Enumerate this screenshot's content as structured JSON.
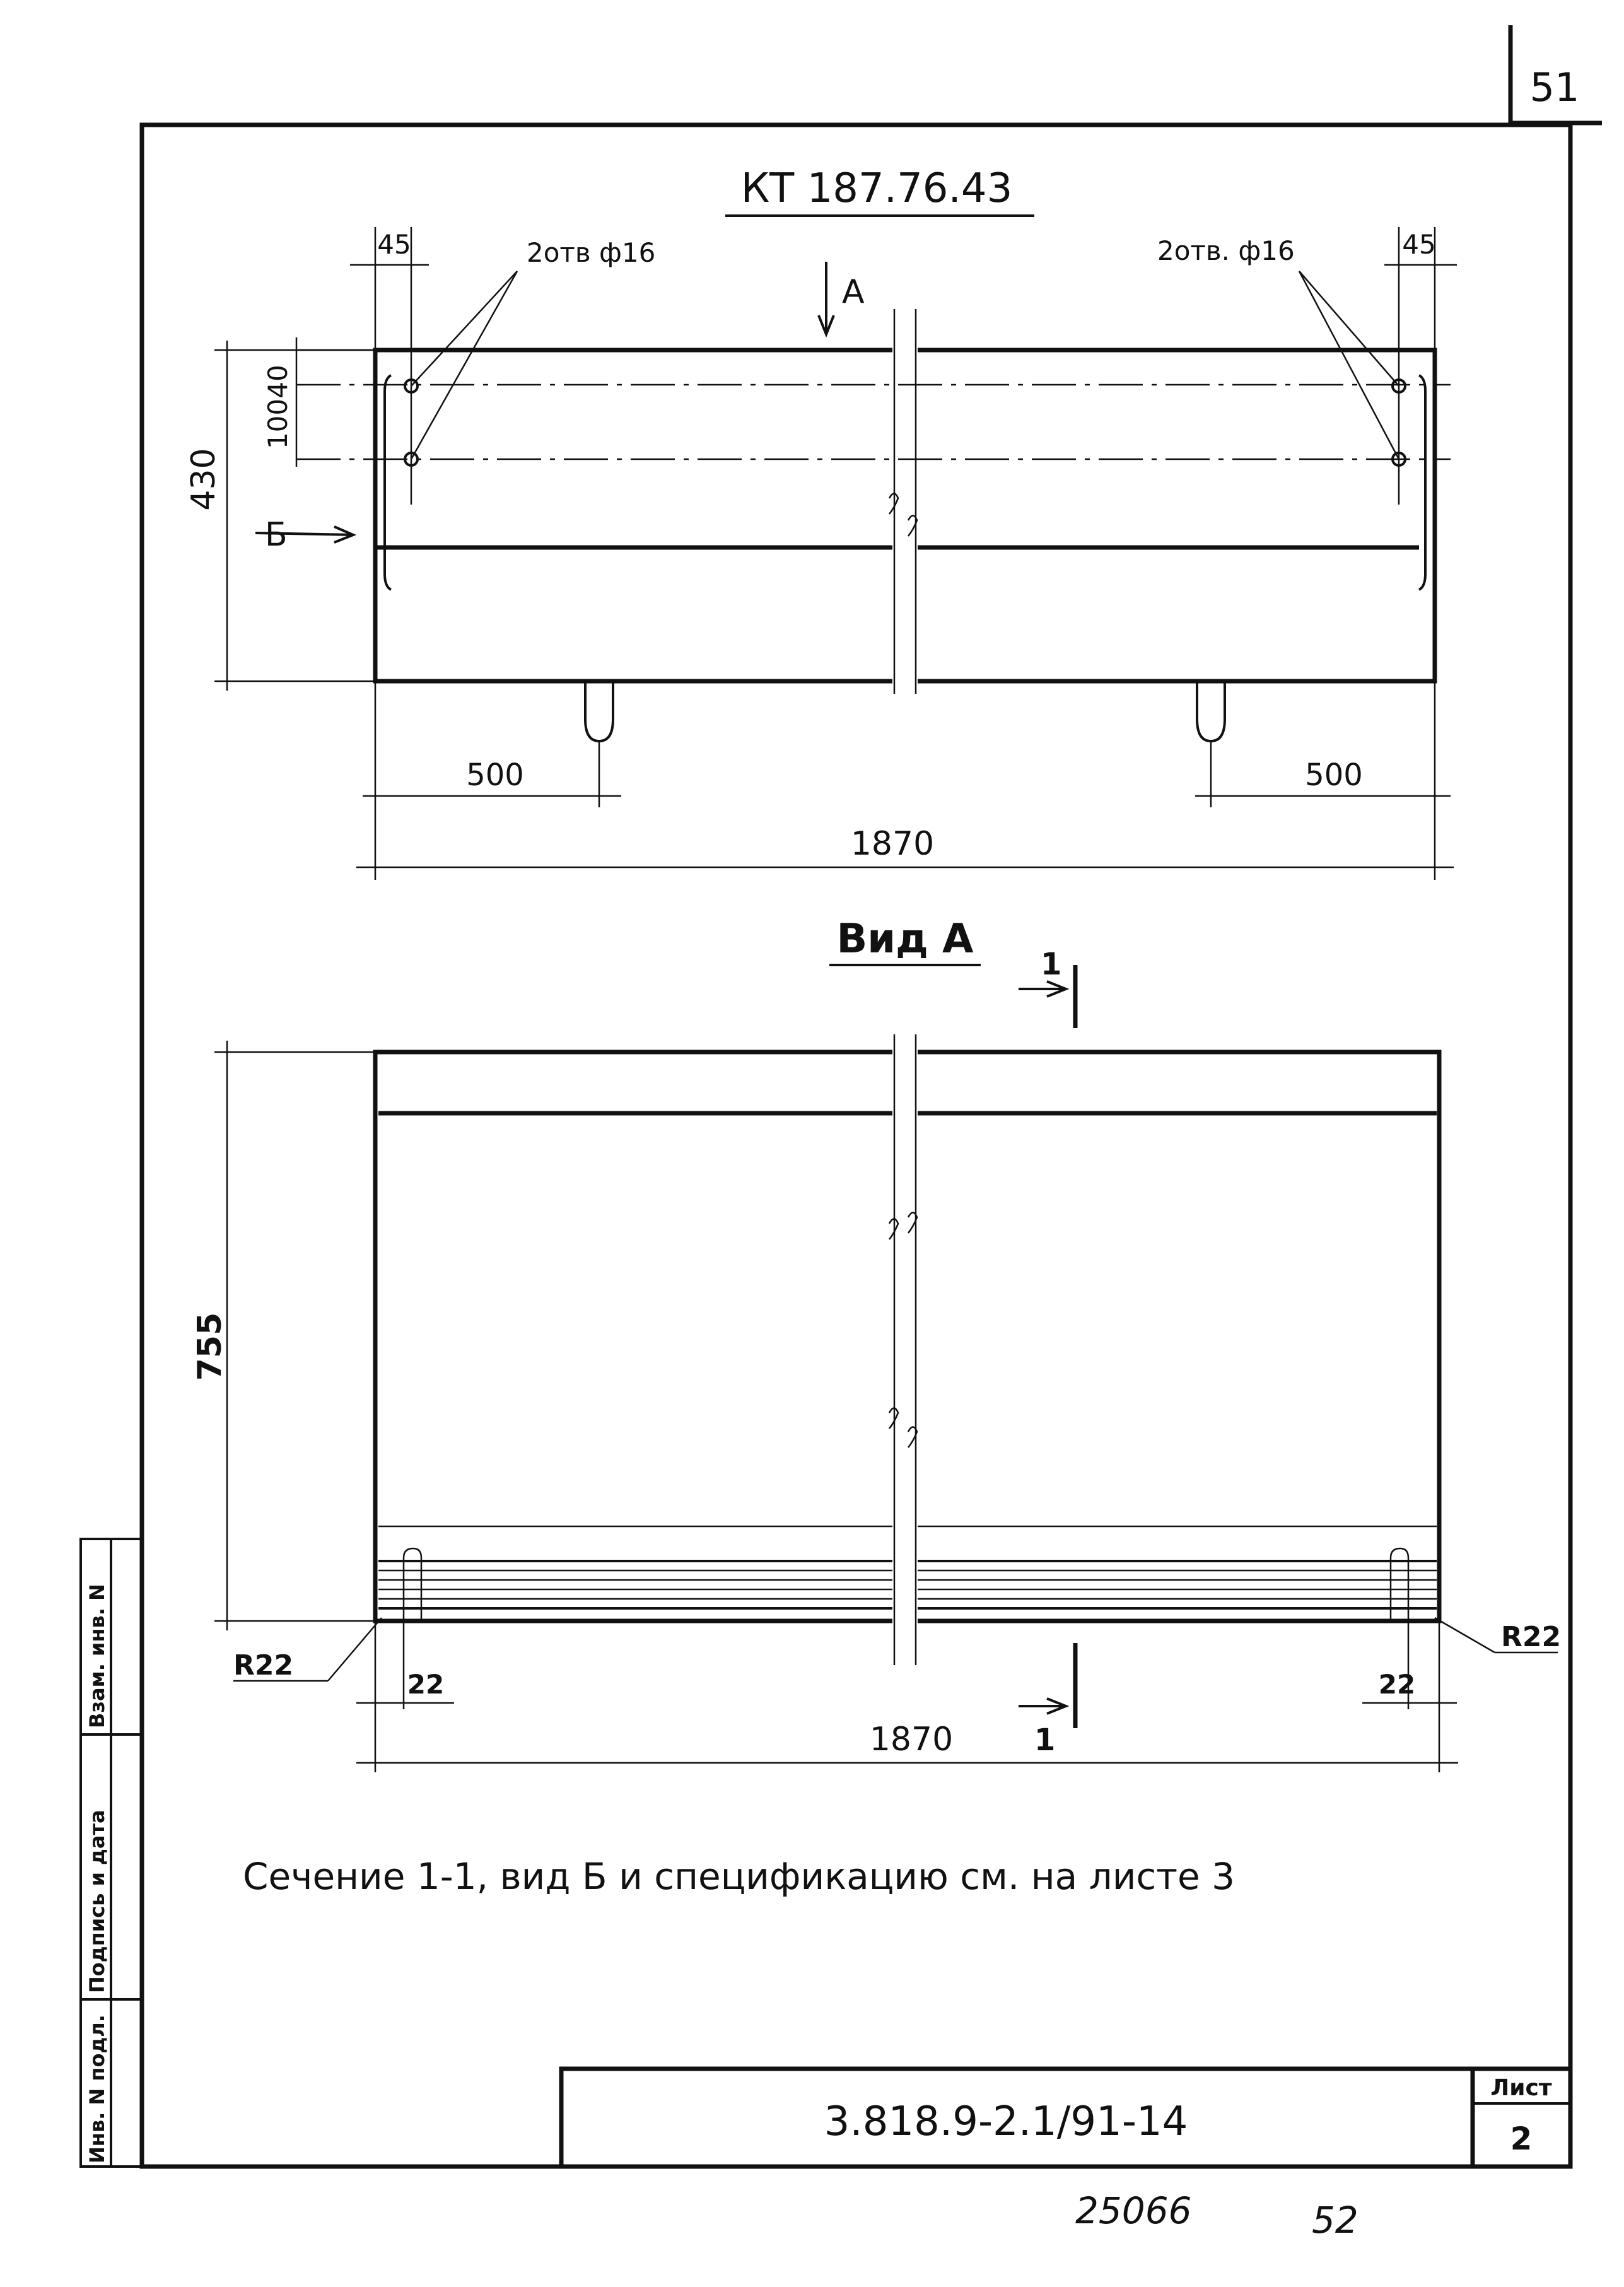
{
  "sheet": {
    "page_number": "51",
    "document_code": "3.818.9-2.1/91-14",
    "sheet_label": "Лист",
    "sheet_number": "2",
    "footer_numbers": [
      "25066",
      "52"
    ]
  },
  "side_stamp": {
    "col1": "Инв. N подл.",
    "col2": "Подпись и дата",
    "col3": "Взам. инв. N"
  },
  "top_view": {
    "title": "КТ 187.76.43",
    "view_arrow_label": "А",
    "side_arrow_label": "Б",
    "hole_note_left": "2отв ф16",
    "hole_note_right": "2отв. ф16",
    "dim_edge_left": "45",
    "dim_edge_right": "45",
    "dim_40": "40",
    "dim_100": "100",
    "dim_height": "430",
    "dim_500_left": "500",
    "dim_500_right": "500",
    "dim_length": "1870"
  },
  "view_a": {
    "title": "Вид А",
    "section_label_top": "1",
    "section_label_bottom": "1",
    "dim_height": "755",
    "radius_left": "R22",
    "radius_right": "R22",
    "dim_22_left": "22",
    "dim_22_right": "22",
    "dim_length": "1870"
  },
  "note": "Сечение 1-1, вид Б и спецификацию см. на листе 3"
}
